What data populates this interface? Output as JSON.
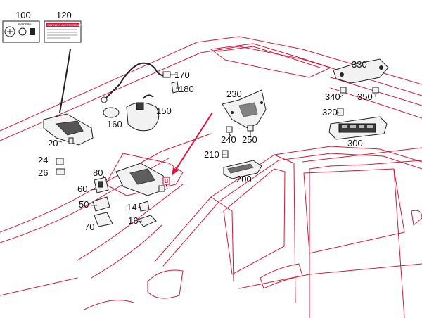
{
  "callouts": [
    "100",
    "120",
    "170",
    "180",
    "150",
    "160",
    "20",
    "24",
    "26",
    "80",
    "60",
    "50",
    "70",
    "14",
    "16",
    "230",
    "240",
    "250",
    "210",
    "200",
    "330",
    "340",
    "350",
    "320",
    "300"
  ],
  "marker": {
    "text": "u",
    "color": "#d41a3a"
  },
  "warning_label": {
    "title": "WARNING  AVERTISSEMENT",
    "small_text": "A  AIRBAG"
  },
  "colors": {
    "outline": "#d41a3a",
    "part": "#222222",
    "arrow": "#e0103a"
  }
}
